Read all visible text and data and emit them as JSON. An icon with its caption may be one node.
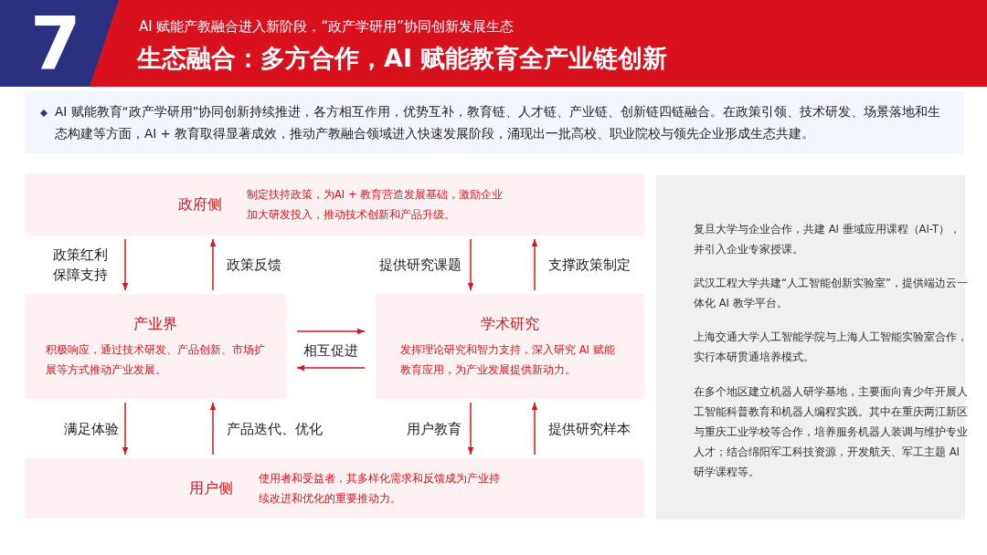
{
  "diagram": {
    "title": "生态融合：多方合作，AI 赋能教育全产业链创新",
    "nodes": [
      {
        "text": [
          "政府侧",
          "制定扶持政策，为AI + 教育营造发展基础，激励企业加大研发投入，推动技术创新和产品升级。"
        ]
      },
      {
        "text": [
          "产业界",
          "积极响应，通过技术研发、产品创新、市场扩展等方式推动产业发展。"
        ]
      },
      {
        "text": [
          "学术研究",
          "发挥理论研究和智力支持，深入研究 AI 赋能教育应用，为产业发展提供新动力。"
        ]
      },
      {
        "text": [
          "用户侧",
          "使用者和受益者，其多样化需求和反馈成为产业持续改进和优化的重要推动力。"
        ]
      }
    ],
    "edges": [
      {
        "from": 0,
        "to": 1,
        "arrow": "to",
        "label": "政策红利保障支持"
      },
      {
        "from": 1,
        "to": 0,
        "arrow": "to",
        "label": "政策反馈"
      },
      {
        "from": 0,
        "to": 2,
        "arrow": "to",
        "label": "提供研究课题"
      },
      {
        "from": 2,
        "to": 0,
        "arrow": "to",
        "label": "支撑政策制定"
      },
      {
        "from": 1,
        "to": 2,
        "arrow": "to",
        "label": "相互促进"
      },
      {
        "from": 2,
        "to": 1,
        "arrow": "to"
      },
      {
        "from": 1,
        "to": 3,
        "arrow": "to",
        "label": "满足体验"
      },
      {
        "from": 3,
        "to": 1,
        "arrow": "to",
        "label": "产品迭代、优化"
      },
      {
        "from": 2,
        "to": 3,
        "arrow": "to",
        "label": "用户教育"
      },
      {
        "from": 3,
        "to": 2,
        "arrow": "to",
        "label": "提供研究样本"
      }
    ],
    "labels": [
      "7",
      "AI 赋能产教融合进入新阶段，“政产学研用”协同创新发展生态",
      "AI 赋能教育“政产学研用”协同创新持续推进，各方相互作用，优势互补，教育链、人才链、产业链、创新链四链融合。在政策引领、技术研发、场景落地和生态构建等方面，AI + 教育取得显著成效，推动产教融合领域进入快速发展阶段，涌现出一批高校、职业院校与领先企业形成生态共建。",
      "复旦大学与企业合作，共建 AI 垂域应用课程（AI-T），并引入企业专家授课。",
      "武汉工程大学共建“人工智能创新实验室”，提供端边云一体化 AI 教学平台。",
      "上海交通大学人工智能学院与上海人工智能实验室合作，实行本研贯通培养模式。",
      "在多个地区建立机器人研学基地，主要面向青少年开展人工智能科普教育和机器人编程实践。其中在重庆两江新区与重庆工业学校等合作，培养服务机器人装调与维护专业人才；结合绵阳军工科技资源，开发航天、军工主题 AI 研学课程等。"
    ]
  }
}
